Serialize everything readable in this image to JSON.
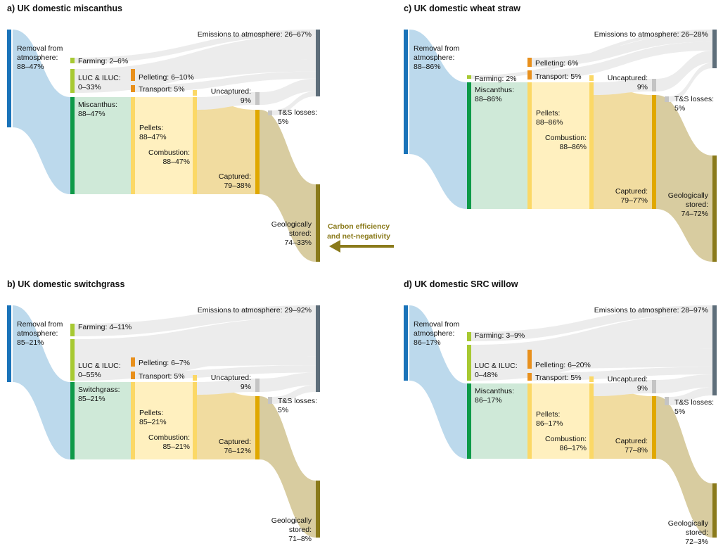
{
  "colors": {
    "removal": "#1a73b9",
    "removal_flow": "#bcd9ec",
    "feedstock": "#0e9a48",
    "feedstock_flow": "#cfe9d8",
    "farming": "#a7c932",
    "pelleting": "#e8901c",
    "pellets": "#fbd866",
    "pellets_flow": "#fff0bf",
    "captured": "#e0a800",
    "captured_flow": "#f1dca0",
    "uncaptured": "#c4c4c4",
    "emissions": "#5e6e7a",
    "geo": "#8a7a1b",
    "geo_flow": "#d8cca0",
    "emis_flow": "#ececec",
    "arrow": "#8a7a1b"
  },
  "arrow_text": [
    "Carbon efficiency",
    "and net-negativity"
  ],
  "panels": [
    {
      "title": "a) UK domestic miscanthus",
      "removal": [
        "Removal from",
        "atmosphere:",
        "88–47%"
      ],
      "farming": "Farming: 2–6%",
      "luc": [
        "LUC & ILUC:",
        "0–33%"
      ],
      "feedstock": [
        "Miscanthus:",
        "88–47%"
      ],
      "pelleting": "Pelleting: 6–10%",
      "transport": "Transport: 5%",
      "pellets": [
        "Pellets:",
        "88–47%"
      ],
      "combustion": [
        "Combustion:",
        "88–47%"
      ],
      "uncaptured": [
        "Uncaptured:",
        "9%"
      ],
      "captured": [
        "Captured:",
        "79–38%"
      ],
      "ts_losses": [
        "T&S losses:",
        "5%"
      ],
      "emissions": "Emissions to atmosphere: 26–67%",
      "geo": [
        "Geologically",
        "stored:",
        "74–33%"
      ]
    },
    {
      "title": "c) UK domestic wheat straw",
      "removal": [
        "Removal from",
        "atmosphere:",
        "88–86%"
      ],
      "farming": "Farming: 2%",
      "luc": null,
      "feedstock": [
        "Miscanthus:",
        "88–86%"
      ],
      "pelleting": "Pelleting: 6%",
      "transport": "Transport: 5%",
      "pellets": [
        "Pellets:",
        "88–86%"
      ],
      "combustion": [
        "Combustion:",
        "88–86%"
      ],
      "uncaptured": [
        "Uncaptured:",
        "9%"
      ],
      "captured": [
        "Captured:",
        "79–77%"
      ],
      "ts_losses": [
        "T&S losses:",
        "5%"
      ],
      "emissions": "Emissions to atmosphere: 26–28%",
      "geo": [
        "Geologically",
        "stored:",
        "74–72%"
      ]
    },
    {
      "title": "b) UK domestic switchgrass",
      "removal": [
        "Removal from",
        "atmosphere:",
        "85–21%"
      ],
      "farming": "Farming: 4–11%",
      "luc": [
        "LUC & ILUC:",
        "0–55%"
      ],
      "feedstock": [
        "Switchgrass:",
        "85–21%"
      ],
      "pelleting": "Pelleting: 6–7%",
      "transport": "Transport: 5%",
      "pellets": [
        "Pellets:",
        "85–21%"
      ],
      "combustion": [
        "Combustion:",
        "85–21%"
      ],
      "uncaptured": [
        "Uncaptured:",
        "9%"
      ],
      "captured": [
        "Captured:",
        "76–12%"
      ],
      "ts_losses": [
        "T&S losses:",
        "5%"
      ],
      "emissions": "Emissions to atmosphere: 29–92%",
      "geo": [
        "Geologically",
        "stored:",
        "71–8%"
      ]
    },
    {
      "title": "d) UK domestic SRC willow",
      "removal": [
        "Removal from",
        "atmosphere:",
        "86–17%"
      ],
      "farming": "Farming: 3–9%",
      "luc": [
        "LUC & ILUC:",
        "0–48%"
      ],
      "feedstock": [
        "Miscanthus:",
        "86–17%"
      ],
      "pelleting": "Pelleting: 6–20%",
      "transport": "Transport: 5%",
      "pellets": [
        "Pellets:",
        "86–17%"
      ],
      "combustion": [
        "Combustion:",
        "86–17%"
      ],
      "uncaptured": [
        "Uncaptured:",
        "9%"
      ],
      "captured": [
        "Captured:",
        "77–8%"
      ],
      "ts_losses": [
        "T&S losses:",
        "5%"
      ],
      "emissions": "Emissions to atmosphere: 28–97%",
      "geo": [
        "Geologically",
        "stored:",
        "72–3%"
      ]
    }
  ]
}
